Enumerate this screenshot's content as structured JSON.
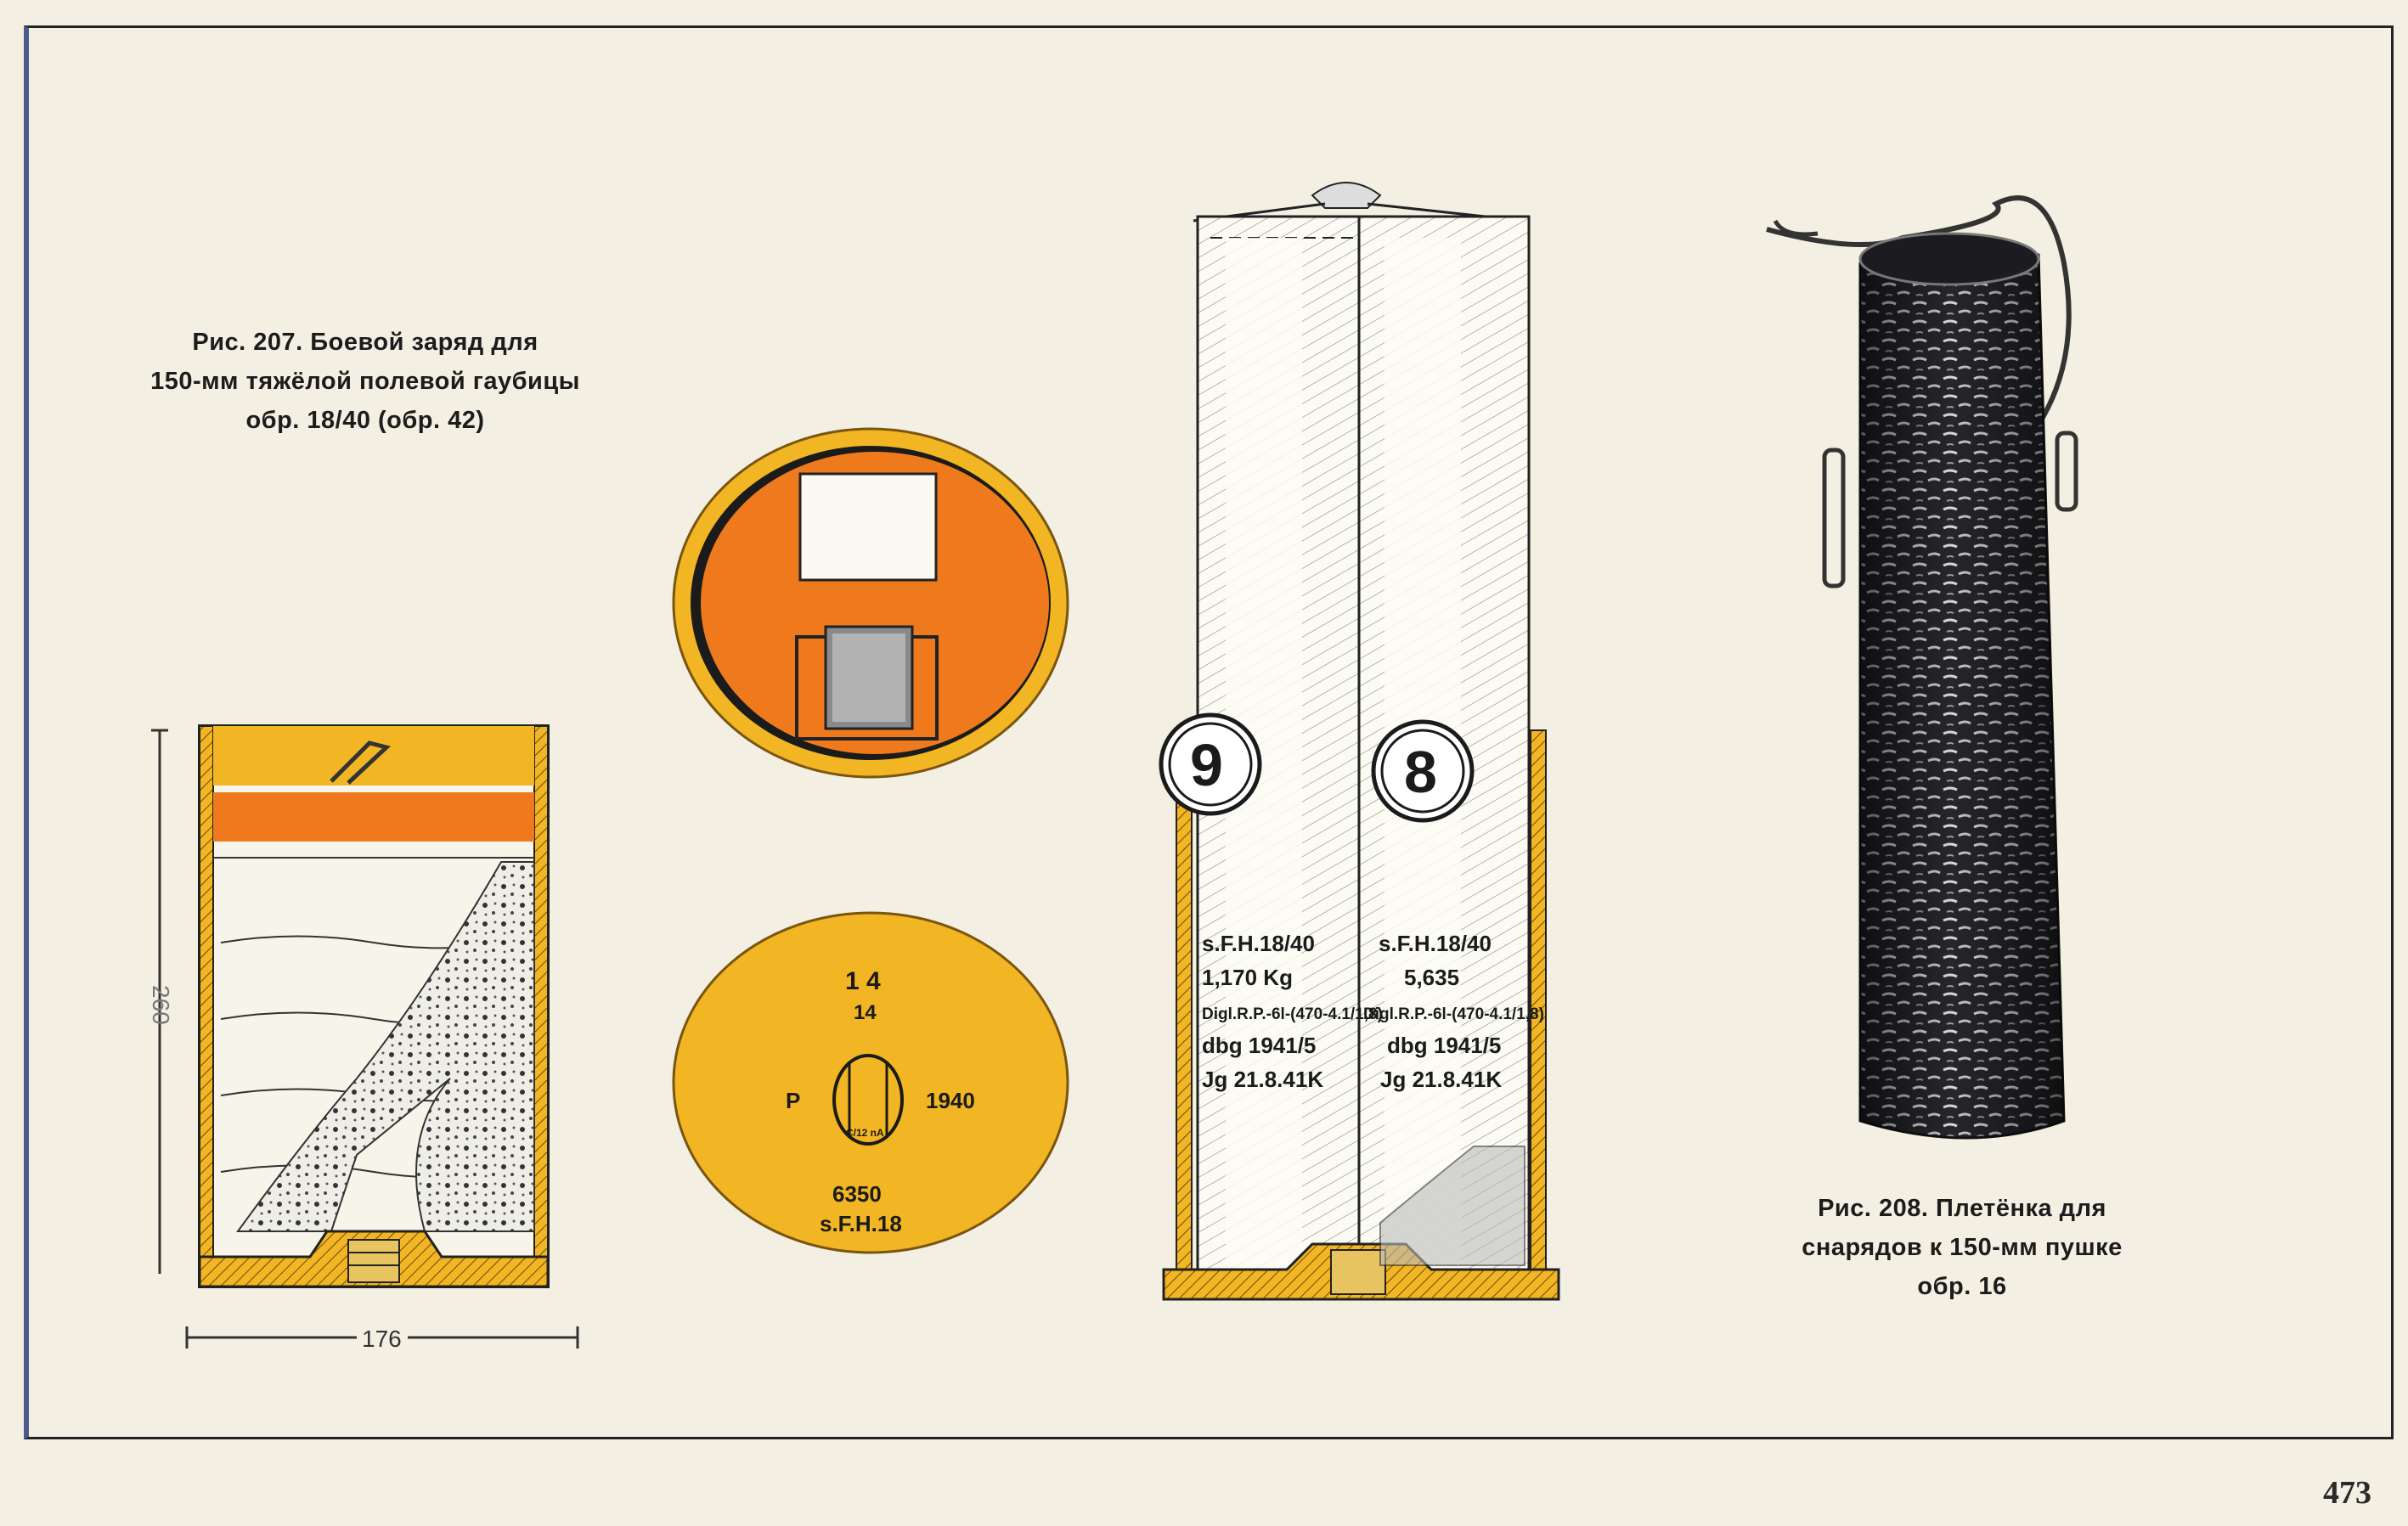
{
  "page": {
    "number": "473"
  },
  "figure207": {
    "caption_lines": [
      "Рис. 207. Боевой заряд для",
      "150-мм тяжёлой полевой гаубицы",
      "обр. 18/40 (обр. 42)"
    ],
    "dimensions": {
      "width": "176",
      "height": "260"
    },
    "bottom_view": {
      "top_mark": "1 4",
      "sub_mark": "14",
      "left_mark": "P",
      "right_mark": "1940",
      "lot": "6350",
      "model": "s.F.H.18",
      "primer_text": "C/12 nA"
    },
    "charge_left": {
      "number": "9",
      "lines": [
        "s.F.H.18/40",
        "1,170 Kg",
        "Digl.R.P.-6l-(470-4.1/1,8)",
        "dbg 1941/5",
        "Jg 21.8.41K"
      ]
    },
    "charge_right": {
      "number": "8",
      "lines": [
        "s.F.H.18/40",
        "5,635",
        "Digl.R.P.-6l-(470-4.1/1,8)",
        "dbg 1941/5",
        "Jg 21.8.41K"
      ]
    }
  },
  "figure208": {
    "caption_lines": [
      "Рис. 208. Плетёнка для",
      "снарядов к 150-мм пушке",
      "обр. 16"
    ]
  },
  "colors": {
    "yellow": "#f2b523",
    "orange": "#ef7a1e",
    "paper": "#f3efe2",
    "ink": "#1b1b1b",
    "basket": "#2a2a30"
  }
}
